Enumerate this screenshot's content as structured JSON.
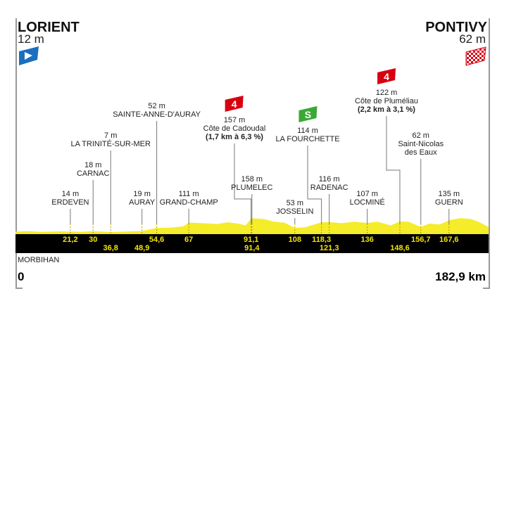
{
  "start": {
    "city": "LORIENT",
    "alt": "12 m"
  },
  "finish": {
    "city": "PONTIVY",
    "alt": "62 m"
  },
  "region": "MORBIHAN",
  "km_start": "0",
  "km_end": "182,9 km",
  "colors": {
    "profile": "#f5ec2a",
    "band": "#000000",
    "km_text": "#f5e400",
    "climb_flag": "#d7000f",
    "sprint_flag": "#3aa835",
    "start_flag": "#1a6fbf"
  },
  "chart_data": {
    "type": "area",
    "title": "Lorient - Pontivy",
    "xlabel": "km",
    "ylabel": "m",
    "xlim": [
      0,
      182.9
    ],
    "profile": [
      [
        0,
        12
      ],
      [
        5,
        18
      ],
      [
        10,
        10
      ],
      [
        15,
        14
      ],
      [
        21.2,
        14
      ],
      [
        25,
        9
      ],
      [
        30,
        18
      ],
      [
        36.8,
        7
      ],
      [
        42,
        12
      ],
      [
        48.9,
        19
      ],
      [
        54.6,
        52
      ],
      [
        60,
        55
      ],
      [
        65,
        70
      ],
      [
        67,
        111
      ],
      [
        72,
        105
      ],
      [
        78,
        95
      ],
      [
        82,
        115
      ],
      [
        86,
        100
      ],
      [
        89,
        80
      ],
      [
        91.1,
        157
      ],
      [
        91.4,
        158
      ],
      [
        96,
        150
      ],
      [
        100,
        120
      ],
      [
        104,
        110
      ],
      [
        108,
        53
      ],
      [
        112,
        60
      ],
      [
        118.3,
        114
      ],
      [
        121.3,
        116
      ],
      [
        126,
        105
      ],
      [
        131,
        120
      ],
      [
        136,
        107
      ],
      [
        140,
        120
      ],
      [
        145,
        80
      ],
      [
        148.6,
        122
      ],
      [
        152,
        120
      ],
      [
        156.7,
        62
      ],
      [
        160,
        100
      ],
      [
        164,
        90
      ],
      [
        167.6,
        135
      ],
      [
        172,
        160
      ],
      [
        176,
        150
      ],
      [
        179,
        120
      ],
      [
        182.9,
        62
      ]
    ],
    "landmarks": [
      {
        "km": "21,2",
        "kmv": 21.2,
        "alt": "14 m",
        "name": "ERDEVEN"
      },
      {
        "km": "30",
        "kmv": 30,
        "alt": "18 m",
        "name": "CARNAC"
      },
      {
        "km": "36,8",
        "kmv": 36.8,
        "alt": "7 m",
        "name": "LA TRINITÉ-SUR-MER"
      },
      {
        "km": "48,9",
        "kmv": 48.9,
        "alt": "19 m",
        "name": "AURAY"
      },
      {
        "km": "54,6",
        "kmv": 54.6,
        "alt": "52 m",
        "name": "SAINTE-ANNE-D'AURAY"
      },
      {
        "km": "67",
        "kmv": 67,
        "alt": "111 m",
        "name": "GRAND-CHAMP"
      },
      {
        "km": "91,1",
        "kmv": 91.1,
        "alt": "157 m",
        "name": "Côte de Cadoudal",
        "grade": "(1,7 km à 6,3 %)",
        "flag": "4",
        "flagtype": "climb"
      },
      {
        "km": "91,4",
        "kmv": 91.4,
        "alt": "158 m",
        "name": "PLUMELEC"
      },
      {
        "km": "108",
        "kmv": 108,
        "alt": "53 m",
        "name": "JOSSELIN"
      },
      {
        "km": "118,3",
        "kmv": 118.3,
        "alt": "114 m",
        "name": "LA FOURCHETTE",
        "flag": "S",
        "flagtype": "sprint"
      },
      {
        "km": "121,3",
        "kmv": 121.3,
        "alt": "116 m",
        "name": "RADENAC"
      },
      {
        "km": "136",
        "kmv": 136,
        "alt": "107 m",
        "name": "LOCMINÉ"
      },
      {
        "km": "148,6",
        "kmv": 148.6,
        "alt": "122 m",
        "name": "Côte de Pluméliau",
        "grade": "(2,2 km à 3,1 %)",
        "flag": "4",
        "flagtype": "climb"
      },
      {
        "km": "156,7",
        "kmv": 156.7,
        "alt": "62 m",
        "name": "Saint-Nicolas des Eaux"
      },
      {
        "km": "167,6",
        "kmv": 167.6,
        "alt": "135 m",
        "name": "GUERN"
      }
    ]
  }
}
